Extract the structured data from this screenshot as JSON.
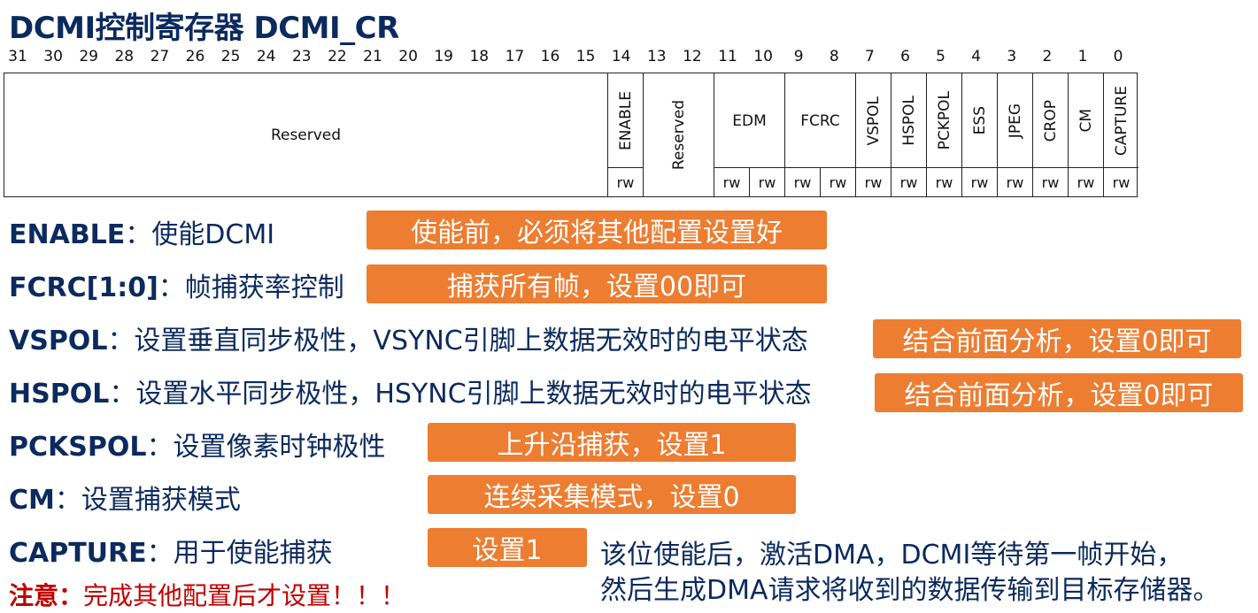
{
  "title": "DCMI控制寄存器 DCMI_CR",
  "bit_numbers": [
    "31",
    "30",
    "29",
    "28",
    "27",
    "26",
    "25",
    "24",
    "23",
    "22",
    "21",
    "20",
    "19",
    "18",
    "17",
    "16",
    "15",
    "14",
    "13",
    "12",
    "11",
    "10",
    "9",
    "8",
    "7",
    "6",
    "5",
    "4",
    "3",
    "2",
    "1",
    "0"
  ],
  "register": {
    "fields": [
      {
        "name": "Reserved",
        "vertical": false,
        "bits": 17,
        "access": []
      },
      {
        "name": "ENABLE",
        "vertical": true,
        "bits": 1,
        "access": [
          "rw"
        ]
      },
      {
        "name": "Reserved",
        "vertical": true,
        "bits": 2,
        "access": []
      },
      {
        "name": "EDM",
        "vertical": false,
        "bits": 2,
        "access": [
          "rw",
          "rw"
        ]
      },
      {
        "name": "FCRC",
        "vertical": false,
        "bits": 2,
        "access": [
          "rw",
          "rw"
        ]
      },
      {
        "name": "VSPOL",
        "vertical": true,
        "bits": 1,
        "access": [
          "rw"
        ]
      },
      {
        "name": "HSPOL",
        "vertical": true,
        "bits": 1,
        "access": [
          "rw"
        ]
      },
      {
        "name": "PCKPOL",
        "vertical": true,
        "bits": 1,
        "access": [
          "rw"
        ]
      },
      {
        "name": "ESS",
        "vertical": true,
        "bits": 1,
        "access": [
          "rw"
        ]
      },
      {
        "name": "JPEG",
        "vertical": true,
        "bits": 1,
        "access": [
          "rw"
        ]
      },
      {
        "name": "CROP",
        "vertical": true,
        "bits": 1,
        "access": [
          "rw"
        ]
      },
      {
        "name": "CM",
        "vertical": true,
        "bits": 1,
        "access": [
          "rw"
        ]
      },
      {
        "name": "CAPTURE",
        "vertical": true,
        "bits": 1,
        "access": [
          "rw"
        ]
      }
    ]
  },
  "descriptions": {
    "enable": {
      "key": "ENABLE",
      "desc": "：使能DCMI",
      "note": "使能前，必须将其他配置设置好"
    },
    "fcrc": {
      "key": "FCRC[1:0]",
      "desc": "：帧捕获率控制",
      "note": "捕获所有帧，设置00即可"
    },
    "vspol": {
      "key": "VSPOL",
      "desc": "：设置垂直同步极性，VSYNC引脚上数据无效时的电平状态",
      "note": "结合前面分析，设置0即可"
    },
    "hspol": {
      "key": "HSPOL",
      "desc": "：设置水平同步极性，HSYNC引脚上数据无效时的电平状态",
      "note": "结合前面分析，设置0即可"
    },
    "pckspol": {
      "key": "PCKSPOL",
      "desc": "：设置像素时钟极性",
      "note": "上升沿捕获，设置1"
    },
    "cm": {
      "key": "CM",
      "desc": "：设置捕获模式",
      "note": "连续采集模式，设置0"
    },
    "capture": {
      "key": "CAPTURE",
      "desc": "：用于使能捕获",
      "note": "设置1"
    }
  },
  "warning": {
    "key": "注意：",
    "desc": "完成其他配置后才设置！！！"
  },
  "capture_note": {
    "line1": "该位使能后，激活DMA，DCMI等待第一帧开始，",
    "line2": "然后生成DMA请求将收到的数据传输到目标存储器。"
  },
  "colors": {
    "title": "#0b2a5e",
    "text": "#0b2a5e",
    "highlight_box": "#ed7d31",
    "warning": "#c00000"
  }
}
